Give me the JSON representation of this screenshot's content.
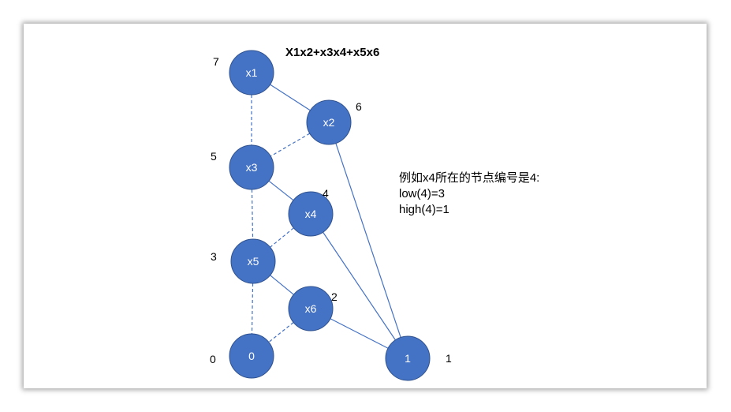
{
  "title": "X1x2+x3x4+x5x6",
  "note": {
    "line1": "例如x4所在的节点编号是4:",
    "line2": "low(4)=3",
    "line3": "high(4)=1"
  },
  "nodes": [
    {
      "id": "x1",
      "label": "x1",
      "number": "7"
    },
    {
      "id": "x2",
      "label": "x2",
      "number": "6"
    },
    {
      "id": "x3",
      "label": "x3",
      "number": "5"
    },
    {
      "id": "x4",
      "label": "x4",
      "number": "4"
    },
    {
      "id": "x5",
      "label": "x5",
      "number": "3"
    },
    {
      "id": "x6",
      "label": "x6",
      "number": "2"
    },
    {
      "id": "t0",
      "label": "0",
      "number": "0"
    },
    {
      "id": "t1",
      "label": "1",
      "number": "1"
    }
  ],
  "edges": [
    {
      "from": "x1",
      "to": "x2",
      "style": "solid"
    },
    {
      "from": "x1",
      "to": "x3",
      "style": "dashed"
    },
    {
      "from": "x2",
      "to": "x3",
      "style": "dashed"
    },
    {
      "from": "x2",
      "to": "t1",
      "style": "solid"
    },
    {
      "from": "x3",
      "to": "x4",
      "style": "solid"
    },
    {
      "from": "x3",
      "to": "x5",
      "style": "dashed"
    },
    {
      "from": "x4",
      "to": "x5",
      "style": "dashed"
    },
    {
      "from": "x4",
      "to": "t1",
      "style": "solid"
    },
    {
      "from": "x5",
      "to": "x6",
      "style": "solid"
    },
    {
      "from": "x5",
      "to": "t0",
      "style": "dashed"
    },
    {
      "from": "x6",
      "to": "t0",
      "style": "dashed"
    },
    {
      "from": "x6",
      "to": "t1",
      "style": "solid"
    }
  ],
  "colors": {
    "node_fill": "#4472C4",
    "node_stroke": "#2F528F",
    "node_text": "#ffffff",
    "edge": "#4472C4"
  }
}
